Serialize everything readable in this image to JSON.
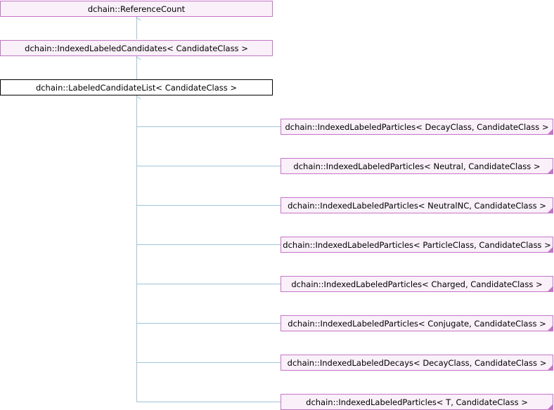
{
  "diagram": {
    "base": "dchain::ReferenceCount",
    "parent": "dchain::IndexedLabeledCandidates< CandidateClass >",
    "current": "dchain::LabeledCandidateList< CandidateClass >",
    "children": [
      "dchain::IndexedLabeledParticles< DecayClass, CandidateClass >",
      "dchain::IndexedLabeledParticles< Neutral, CandidateClass >",
      "dchain::IndexedLabeledParticles< NeutralNC, CandidateClass >",
      "dchain::IndexedLabeledParticles< ParticleClass, CandidateClass >",
      "dchain::IndexedLabeledParticles< Charged, CandidateClass >",
      "dchain::IndexedLabeledParticles< Conjugate, CandidateClass >",
      "dchain::IndexedLabeledDecays< DecayClass, CandidateClass >",
      "dchain::IndexedLabeledParticles< T, CandidateClass >"
    ],
    "colors": {
      "edge": "#9ec4d8",
      "node_fill": "#f9f0f9",
      "node_border": "#c474c9",
      "current_border": "#000000"
    }
  }
}
